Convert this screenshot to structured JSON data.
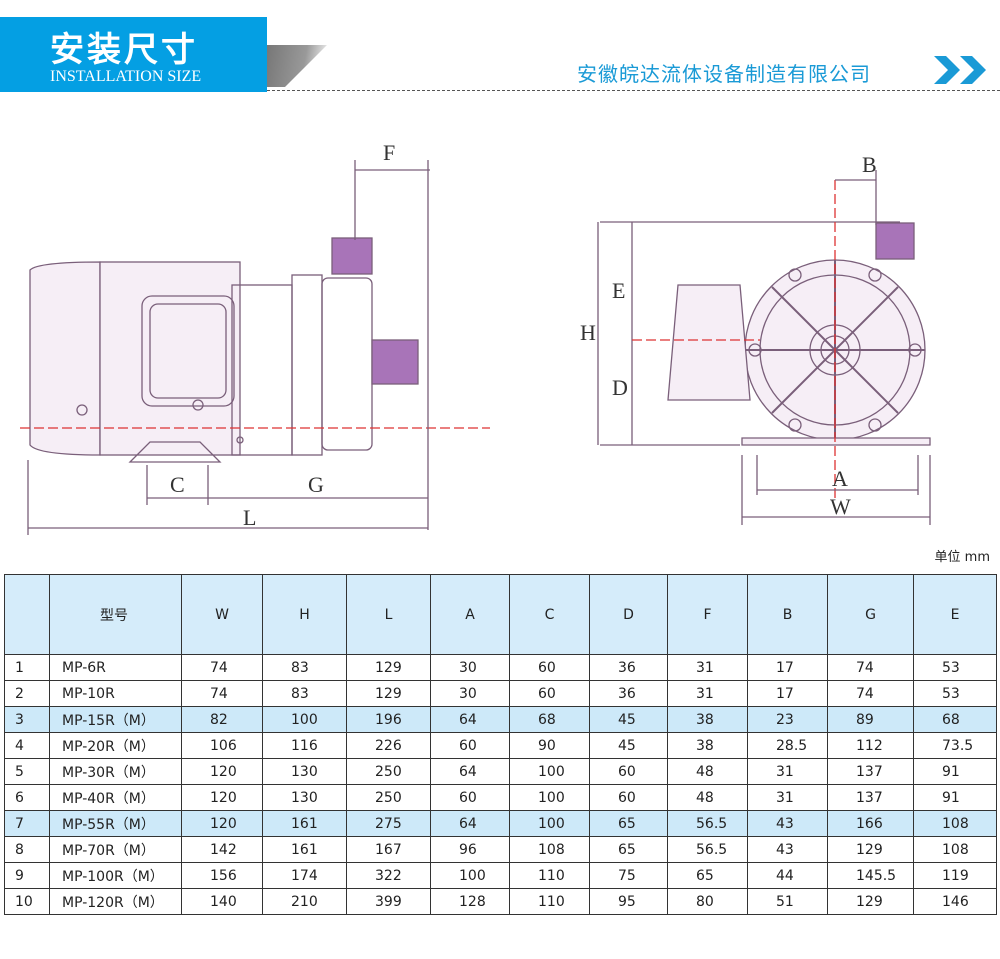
{
  "header": {
    "title": "安装尺寸",
    "subtitle": "INSTALLATION SIZE",
    "company": "安徽皖达流体设备制造有限公司",
    "accent": "#049fe3"
  },
  "diagram": {
    "side_labels": [
      "F",
      "C",
      "G",
      "L"
    ],
    "front_labels": [
      "B",
      "E",
      "H",
      "D",
      "A",
      "W"
    ]
  },
  "unit": "单位 mm",
  "table": {
    "headers": [
      "",
      "型号",
      "W",
      "H",
      "L",
      "A",
      "C",
      "D",
      "F",
      "B",
      "G",
      "E"
    ],
    "rows": [
      [
        "1",
        "MP-6R",
        "74",
        "83",
        "129",
        "30",
        "60",
        "36",
        "31",
        "17",
        "74",
        "53"
      ],
      [
        "2",
        "MP-10R",
        "74",
        "83",
        "129",
        "30",
        "60",
        "36",
        "31",
        "17",
        "74",
        "53"
      ],
      [
        "3",
        "MP-15R（M）",
        "82",
        "100",
        "196",
        "64",
        "68",
        "45",
        "38",
        "23",
        "89",
        "68"
      ],
      [
        "4",
        "MP-20R（M）",
        "106",
        "116",
        "226",
        "60",
        "90",
        "45",
        "38",
        "28.5",
        "112",
        "73.5"
      ],
      [
        "5",
        "MP-30R（M）",
        "120",
        "130",
        "250",
        "64",
        "100",
        "60",
        "48",
        "31",
        "137",
        "91"
      ],
      [
        "6",
        "MP-40R（M）",
        "120",
        "130",
        "250",
        "60",
        "100",
        "60",
        "48",
        "31",
        "137",
        "91"
      ],
      [
        "7",
        "MP-55R（M）",
        "120",
        "161",
        "275",
        "64",
        "100",
        "65",
        "56.5",
        "43",
        "166",
        "108"
      ],
      [
        "8",
        "MP-70R（M）",
        "142",
        "161",
        "167",
        "96",
        "108",
        "65",
        "56.5",
        "43",
        "129",
        "108"
      ],
      [
        "9",
        "MP-100R（M）",
        "156",
        "174",
        "322",
        "100",
        "110",
        "75",
        "65",
        "44",
        "145.5",
        "119"
      ],
      [
        "10",
        "MP-120R（M）",
        "140",
        "210",
        "399",
        "128",
        "110",
        "95",
        "80",
        "51",
        "129",
        "146"
      ]
    ],
    "highlight_rows": [
      2,
      6
    ]
  }
}
